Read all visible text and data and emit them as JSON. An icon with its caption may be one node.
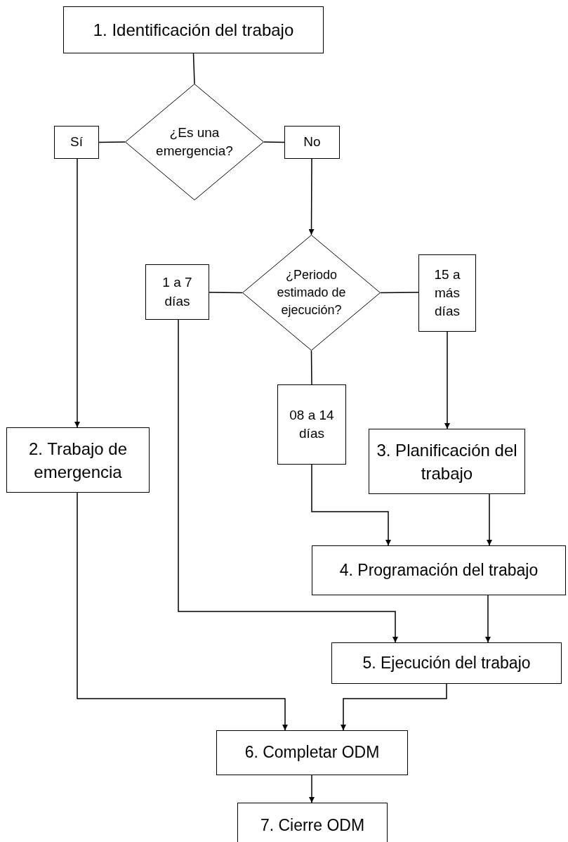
{
  "diagram": {
    "nodes": [
      {
        "text": [
          "1. Identificación del trabajo"
        ]
      },
      {
        "text": [
          "¿Es una emergencia?"
        ]
      },
      {
        "text": [
          "Sí"
        ]
      },
      {
        "text": [
          "No"
        ]
      },
      {
        "text": [
          "¿Periodo estimado de ejecución?"
        ]
      },
      {
        "text": [
          "1 a 7 días"
        ]
      },
      {
        "text": [
          "15 a más días"
        ]
      },
      {
        "text": [
          "08 a 14 días"
        ]
      },
      {
        "text": [
          "2. Trabajo de emergencia"
        ]
      },
      {
        "text": [
          "3. Planificación del trabajo"
        ]
      },
      {
        "text": [
          "4. Programación del trabajo"
        ]
      },
      {
        "text": [
          "5. Ejecución del trabajo"
        ]
      },
      {
        "text": [
          "6. Completar ODM"
        ]
      },
      {
        "text": [
          "7. Cierre ODM"
        ]
      }
    ],
    "edges": [
      {
        "from": 0,
        "to": 1,
        "arrow": "none"
      },
      {
        "from": 1,
        "to": 2,
        "arrow": "none"
      },
      {
        "from": 1,
        "to": 3,
        "arrow": "none"
      },
      {
        "from": 2,
        "to": 8,
        "arrow": "to"
      },
      {
        "from": 3,
        "to": 4,
        "arrow": "to"
      },
      {
        "from": 4,
        "to": 5,
        "arrow": "none"
      },
      {
        "from": 4,
        "to": 6,
        "arrow": "none"
      },
      {
        "from": 4,
        "to": 7,
        "arrow": "none"
      },
      {
        "from": 6,
        "to": 9,
        "arrow": "to"
      },
      {
        "from": 7,
        "to": 10,
        "arrow": "to"
      },
      {
        "from": 9,
        "to": 10,
        "arrow": "to"
      },
      {
        "from": 5,
        "to": 11,
        "arrow": "to"
      },
      {
        "from": 10,
        "to": 11,
        "arrow": "to"
      },
      {
        "from": 8,
        "to": 12,
        "arrow": "to"
      },
      {
        "from": 11,
        "to": 12,
        "arrow": "to"
      },
      {
        "from": 12,
        "to": 13,
        "arrow": "to"
      }
    ]
  }
}
